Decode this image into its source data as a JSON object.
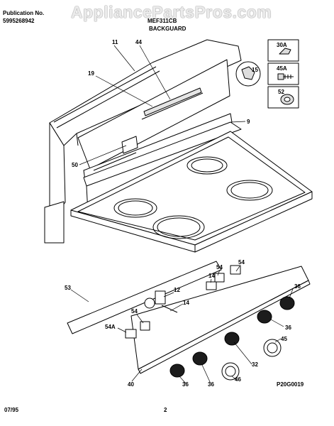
{
  "header": {
    "publication_label": "Publication No.",
    "publication_number": "5995268942",
    "model": "MEF311CB",
    "section_title": "BACKGUARD"
  },
  "watermark": "AppliancePartsPros.com",
  "side_parts": [
    {
      "id": "30A",
      "icon": "clip-icon"
    },
    {
      "id": "45A",
      "icon": "screw-icon"
    },
    {
      "id": "52",
      "icon": "clamp-ring-icon"
    }
  ],
  "callouts": {
    "c11": "11",
    "c44": "44",
    "c19": "19",
    "c15": "15",
    "c9": "9",
    "c50": "50",
    "c53": "53",
    "c54a": "54",
    "c54b": "54",
    "c54c": "54",
    "c54A": "54A",
    "c14a": "14",
    "c14b": "14",
    "c12": "12",
    "c36a": "36",
    "c36b": "36",
    "c36c": "36",
    "c36d": "36",
    "c45": "45",
    "c32": "32",
    "c46": "46",
    "c40": "40"
  },
  "diagram_code": "P20G0019",
  "footer": {
    "date": "07/95",
    "page": "2"
  },
  "colors": {
    "line": "#000000",
    "paper": "#ffffff",
    "shade": "#cfcfcf"
  }
}
